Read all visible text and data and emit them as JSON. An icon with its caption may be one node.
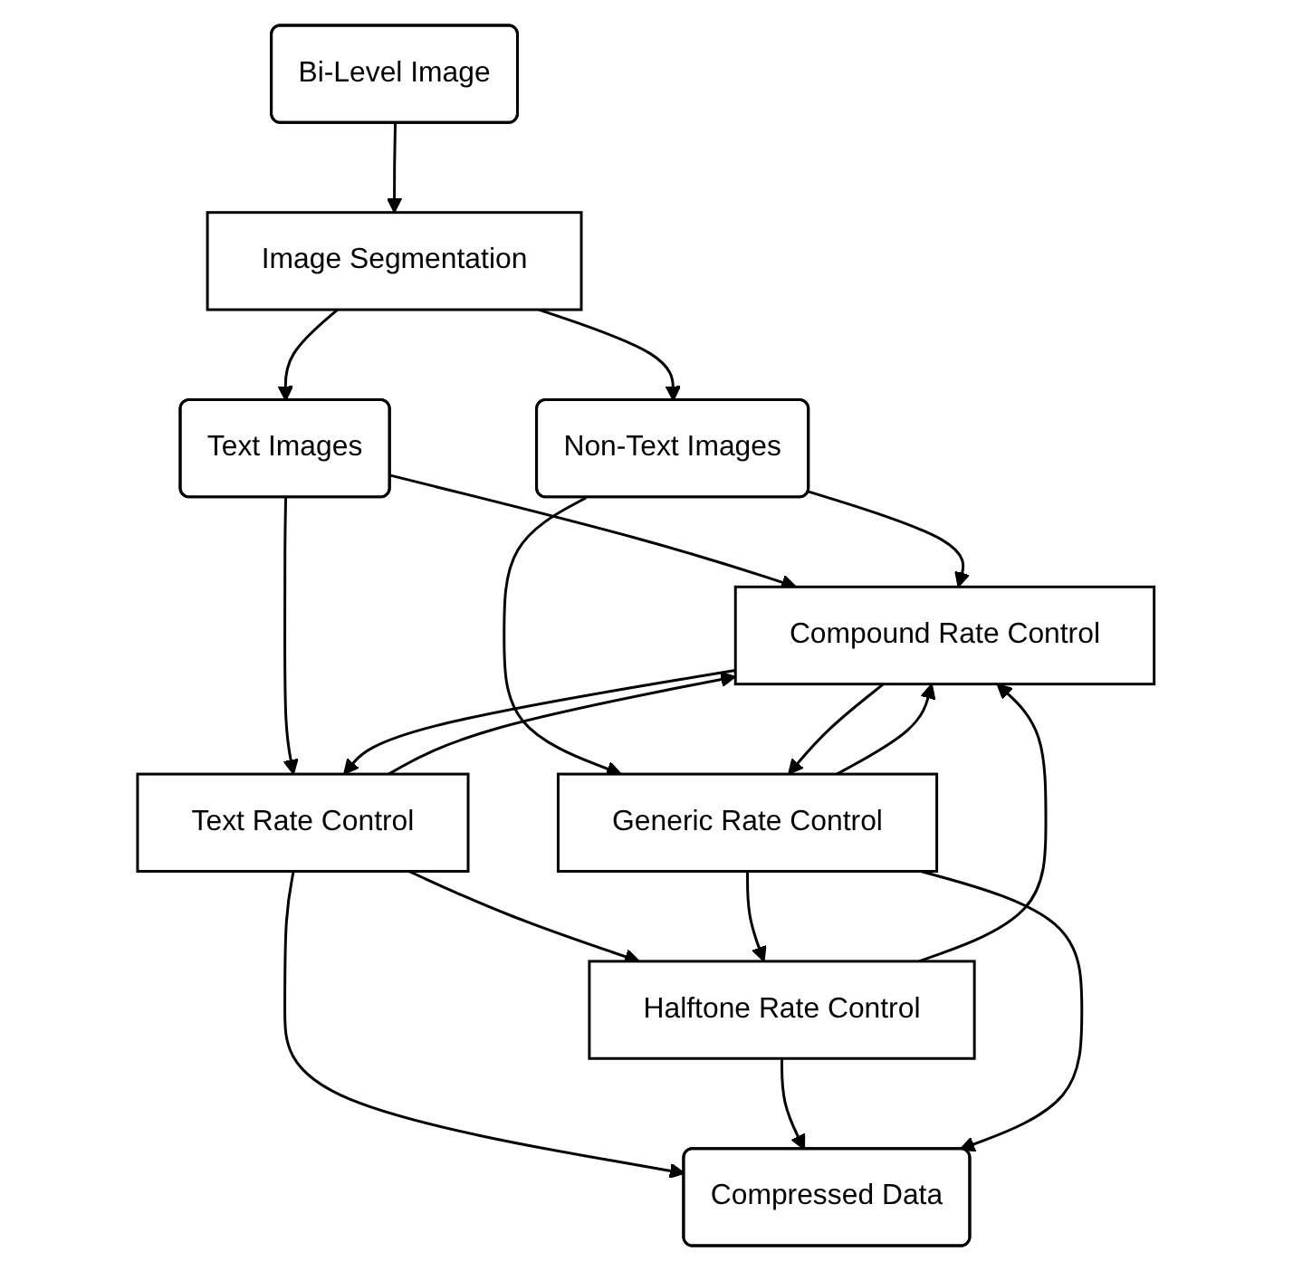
{
  "diagram": {
    "nodes": [
      {
        "text": [
          "Bi-Level Image"
        ]
      },
      {
        "text": [
          "Image Segmentation"
        ]
      },
      {
        "text": [
          "Text Images"
        ]
      },
      {
        "text": [
          "Non-Text Images"
        ]
      },
      {
        "text": [
          "Compound Rate Control"
        ]
      },
      {
        "text": [
          "Text Rate Control"
        ]
      },
      {
        "text": [
          "Generic Rate Control"
        ]
      },
      {
        "text": [
          "Halftone Rate Control"
        ]
      },
      {
        "text": [
          "Compressed Data"
        ]
      }
    ],
    "edges": [
      {
        "from": 0,
        "to": 1,
        "arrow": "to"
      },
      {
        "from": 1,
        "to": 2,
        "arrow": "to"
      },
      {
        "from": 1,
        "to": 3,
        "arrow": "to"
      },
      {
        "from": 2,
        "to": 4,
        "arrow": "to"
      },
      {
        "from": 3,
        "to": 4,
        "arrow": "to"
      },
      {
        "from": 2,
        "to": 5,
        "arrow": "to"
      },
      {
        "from": 3,
        "to": 6,
        "arrow": "to"
      },
      {
        "from": 4,
        "to": 5,
        "arrow": "to"
      },
      {
        "from": 4,
        "to": 6,
        "arrow": "to"
      },
      {
        "from": 5,
        "to": 4,
        "arrow": "to"
      },
      {
        "from": 6,
        "to": 4,
        "arrow": "to"
      },
      {
        "from": 7,
        "to": 4,
        "arrow": "to"
      },
      {
        "from": 5,
        "to": 7,
        "arrow": "to"
      },
      {
        "from": 6,
        "to": 7,
        "arrow": "to"
      },
      {
        "from": 5,
        "to": 8,
        "arrow": "to"
      },
      {
        "from": 7,
        "to": 8,
        "arrow": "to"
      },
      {
        "from": 6,
        "to": 8,
        "arrow": "to"
      }
    ]
  }
}
